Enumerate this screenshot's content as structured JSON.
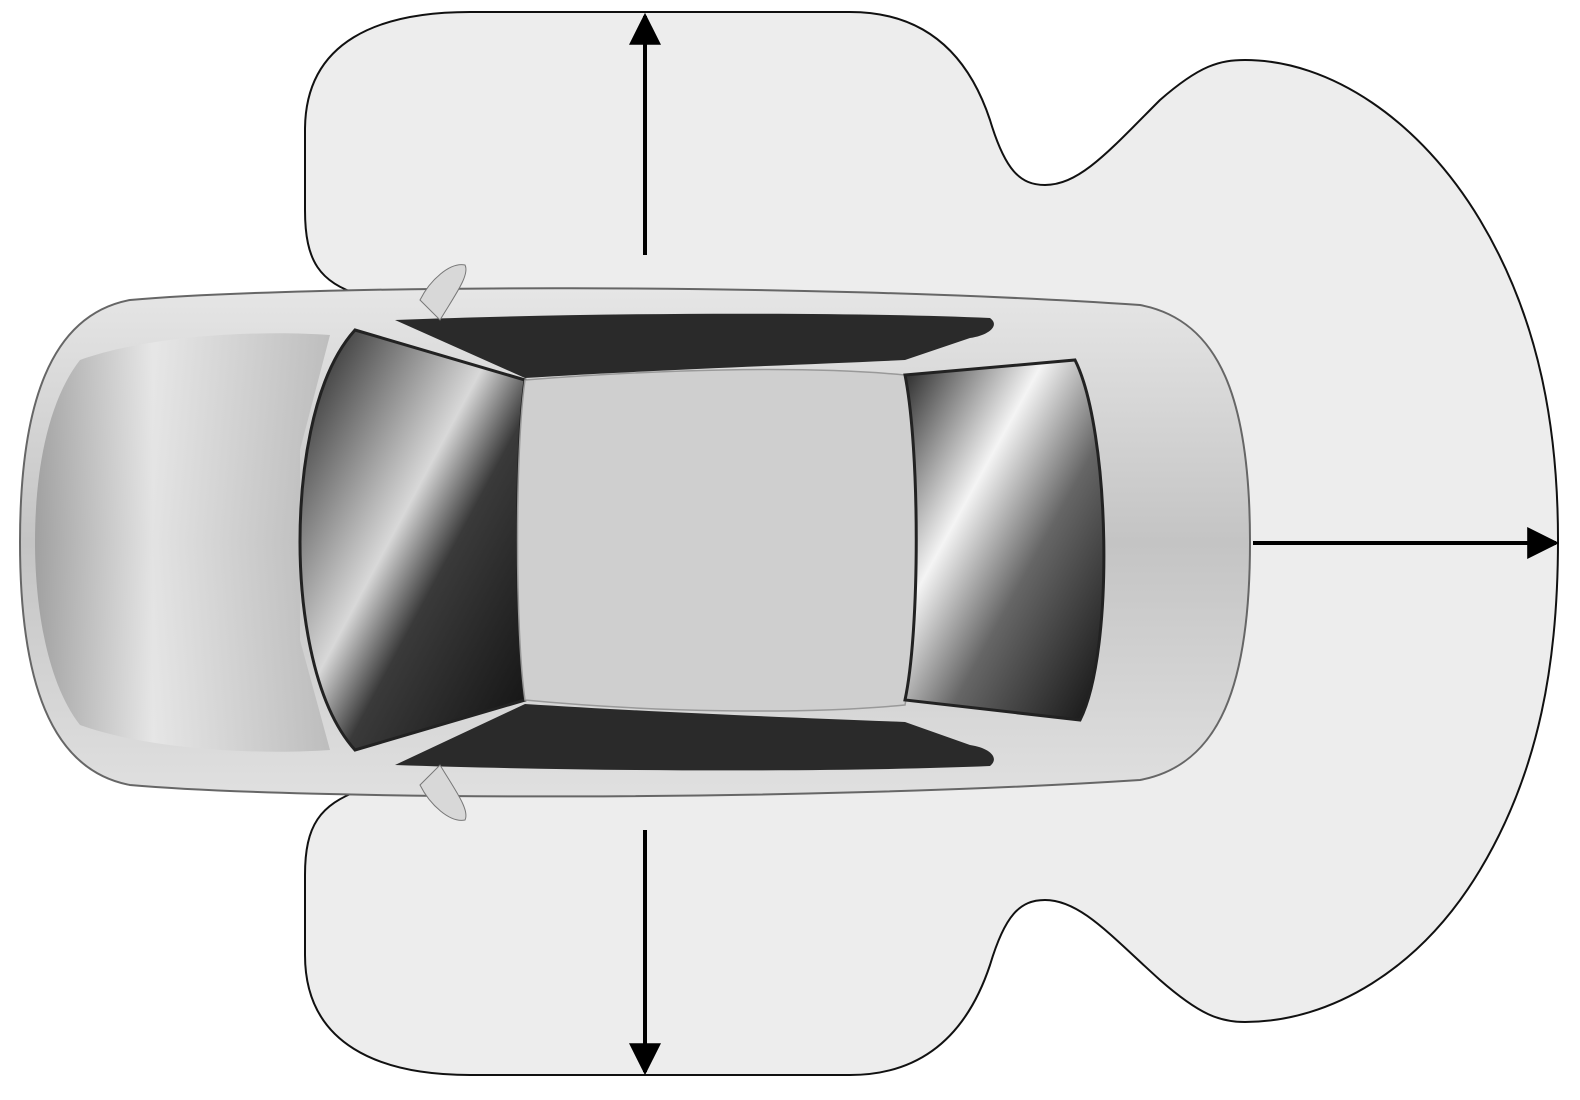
{
  "diagram": {
    "subject": "car-top-view",
    "zone_fill": "#ededed",
    "zone_stroke": "#111111",
    "arrow_color": "#000000",
    "arrows": [
      "up",
      "down",
      "right"
    ]
  }
}
